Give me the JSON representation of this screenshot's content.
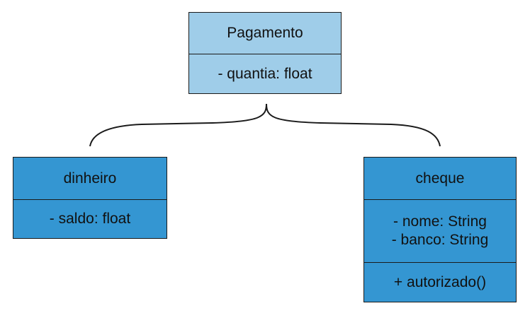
{
  "colors": {
    "parent_fill": "#9fcde9",
    "child_fill": "#3496d2",
    "stroke": "#1a1a1a"
  },
  "classes": {
    "pagamento": {
      "name": "Pagamento",
      "attributes": [
        "- quantia: float"
      ]
    },
    "dinheiro": {
      "name": "dinheiro",
      "attributes": [
        "- saldo: float"
      ]
    },
    "cheque": {
      "name": "cheque",
      "attributes": [
        "- nome: String",
        "- banco: String"
      ],
      "methods": [
        "+ autorizado()"
      ]
    }
  }
}
